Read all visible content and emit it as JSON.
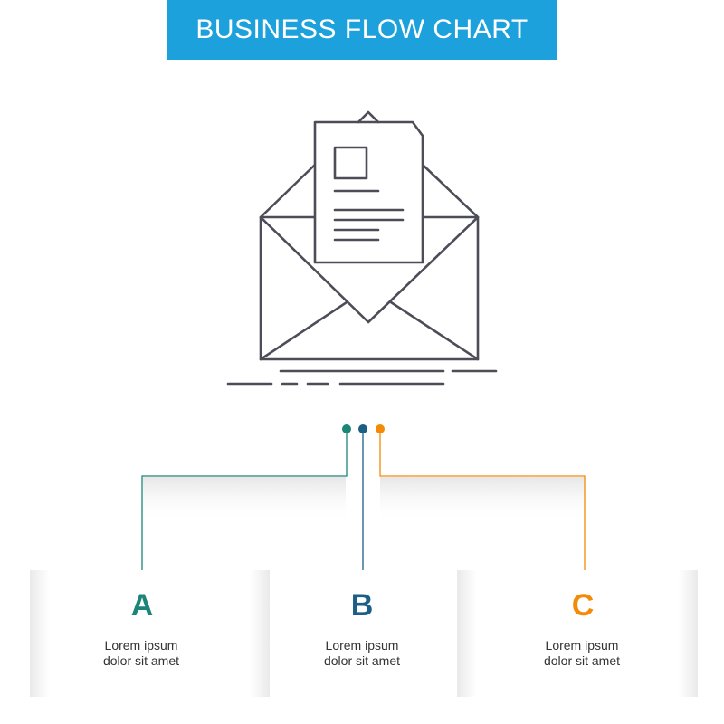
{
  "title": "BUSINESS FLOW CHART",
  "icon": "open-envelope-with-document-icon",
  "colors": {
    "banner": "#1da1dc",
    "icon_stroke": "#4d4d57",
    "A": "#1b8577",
    "B": "#1b5f85",
    "C": "#f58a07"
  },
  "options": [
    {
      "letter": "A",
      "text_line1": "Lorem ipsum",
      "text_line2": "dolor sit amet"
    },
    {
      "letter": "B",
      "text_line1": "Lorem ipsum",
      "text_line2": "dolor sit amet"
    },
    {
      "letter": "C",
      "text_line1": "Lorem ipsum",
      "text_line2": "dolor sit amet"
    }
  ]
}
